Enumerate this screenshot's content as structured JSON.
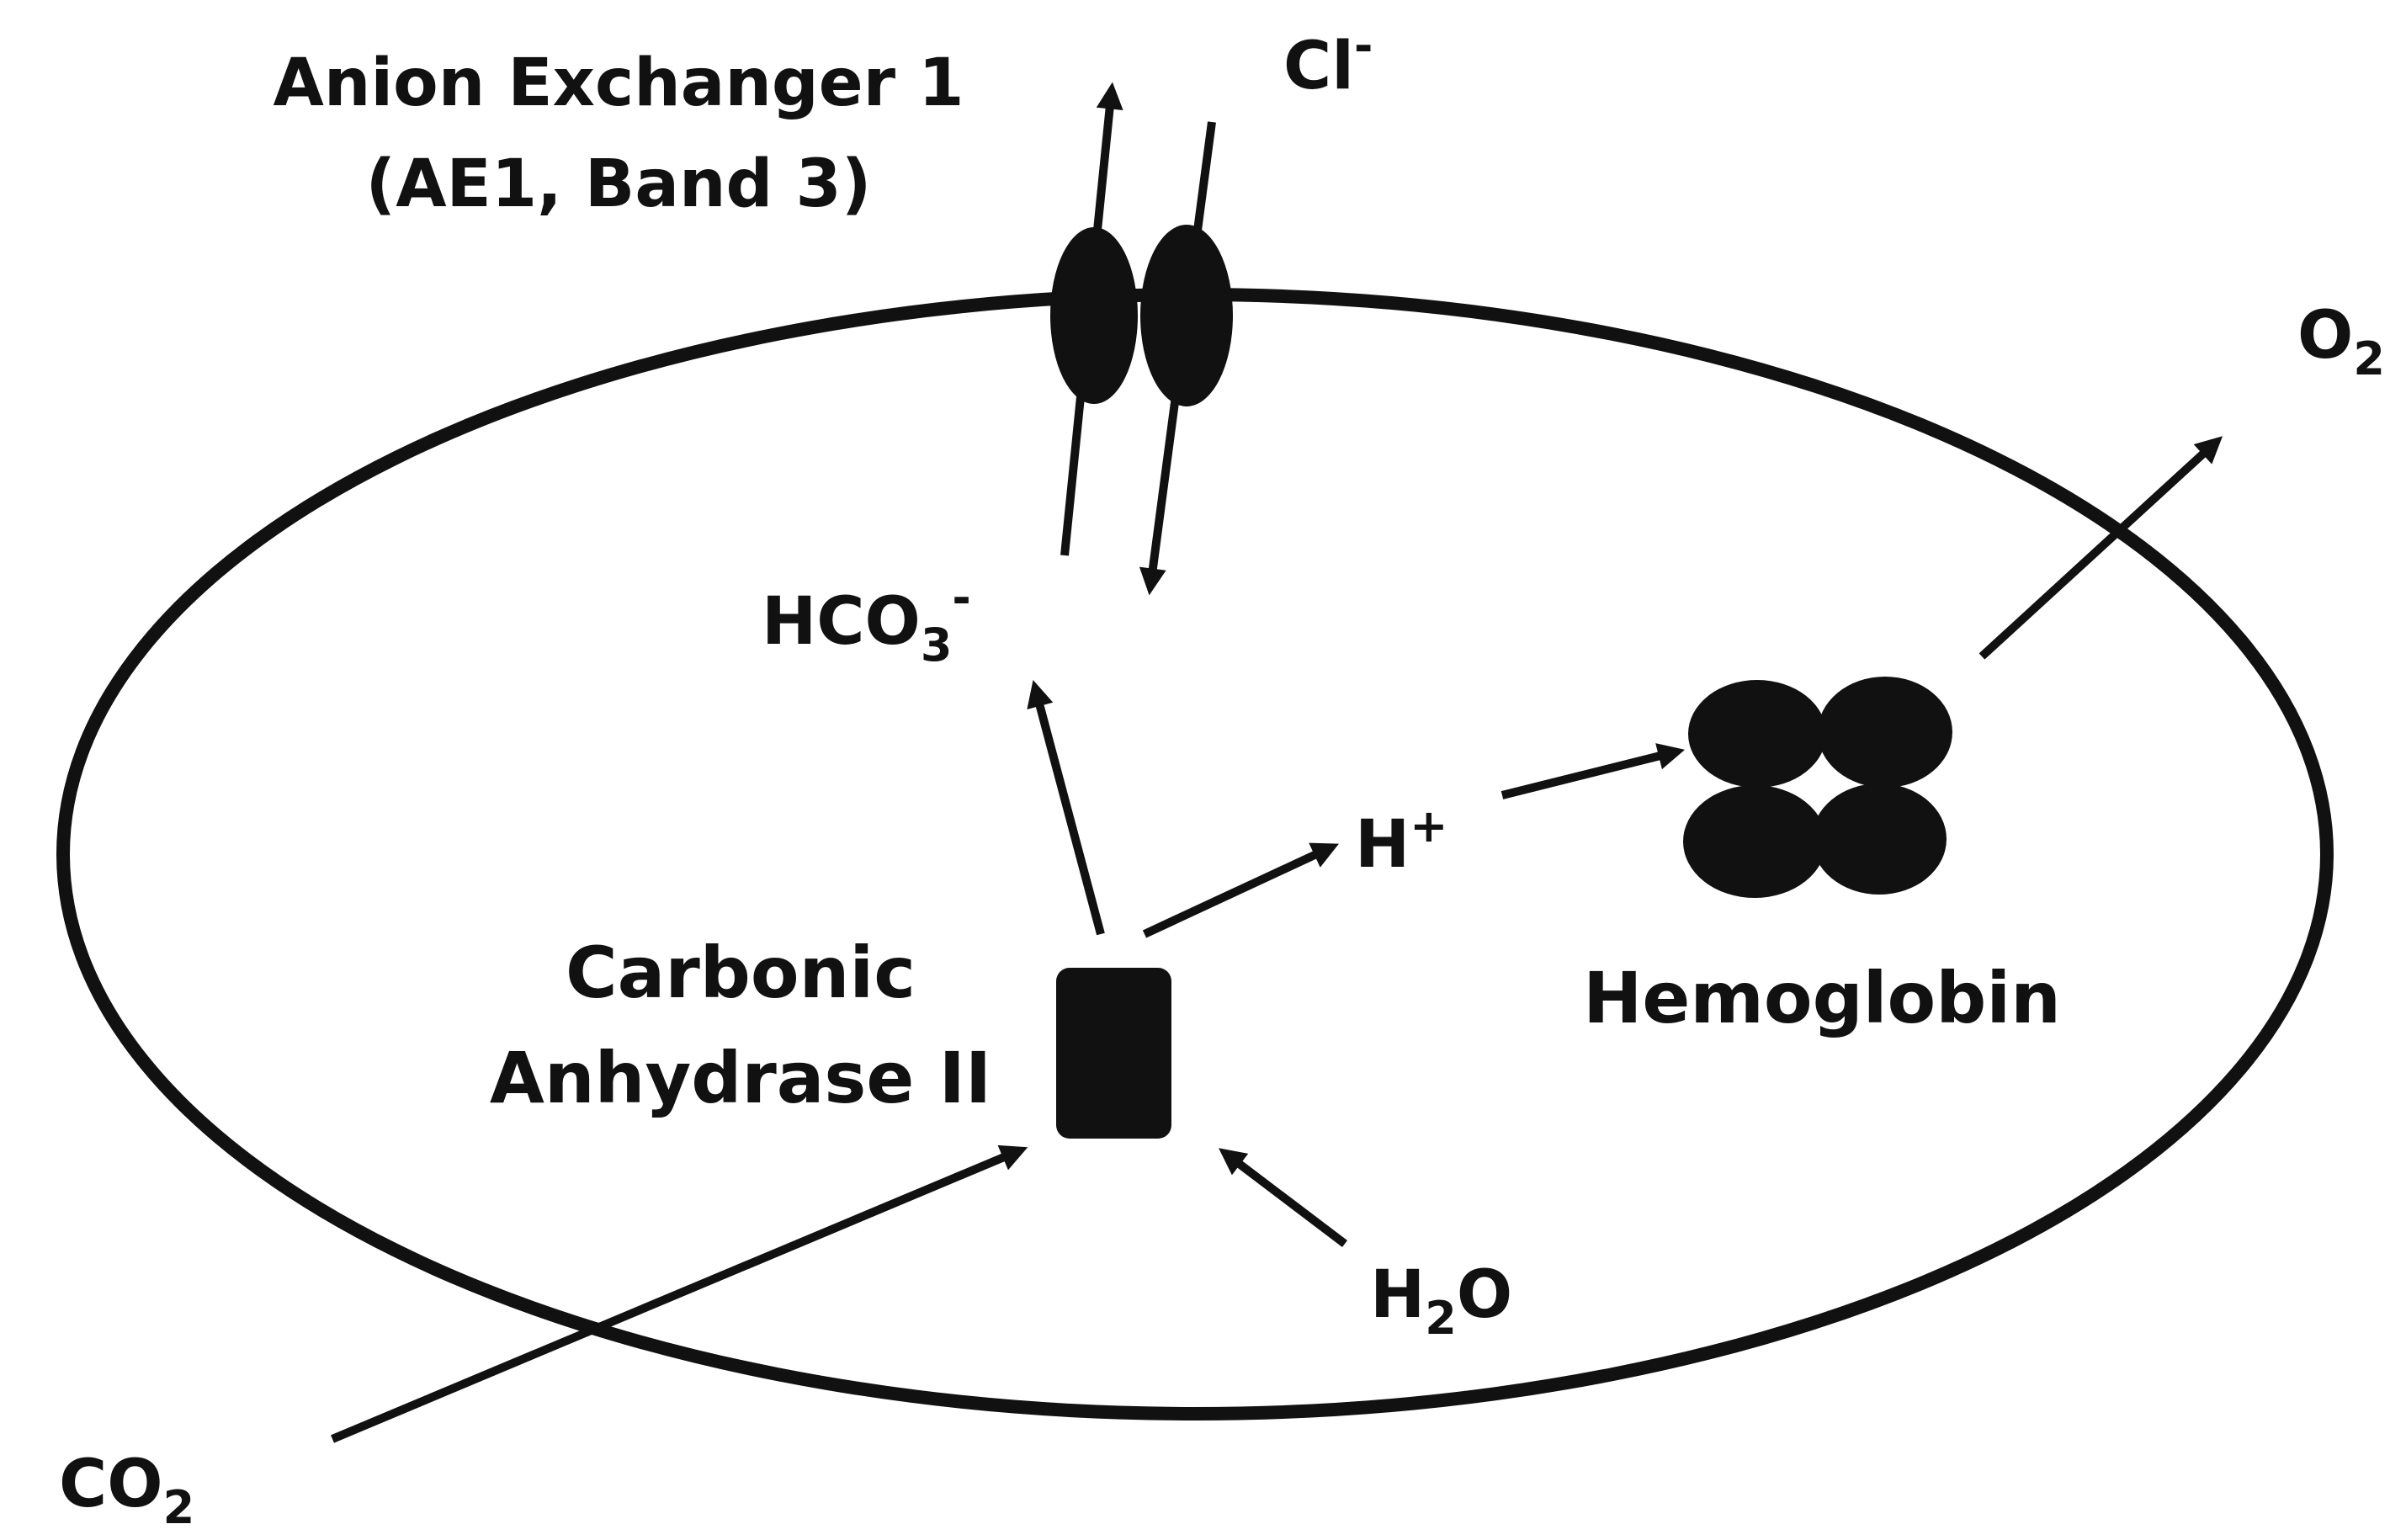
{
  "labels": {
    "transporter_line1": "Anion Exchanger 1",
    "transporter_line2": "(AE1, Band 3)",
    "chloride": {
      "base": "Cl",
      "sup": "-"
    },
    "oxygen": {
      "base": "O",
      "sub": "2"
    },
    "bicarbonate": {
      "base": "HCO",
      "sub": "3",
      "sup": "-"
    },
    "proton": {
      "base": "H",
      "sup": "+"
    },
    "enzyme_line1": "Carbonic",
    "enzyme_line2": "Anhydrase II",
    "hemoglobin": "Hemoglobin",
    "water": {
      "base": "H",
      "sub": "2",
      "tail": "O"
    },
    "carbon_dioxide": {
      "base": "CO",
      "sub": "2"
    }
  },
  "colors": {
    "ink": "#111111",
    "background": "#ffffff"
  }
}
